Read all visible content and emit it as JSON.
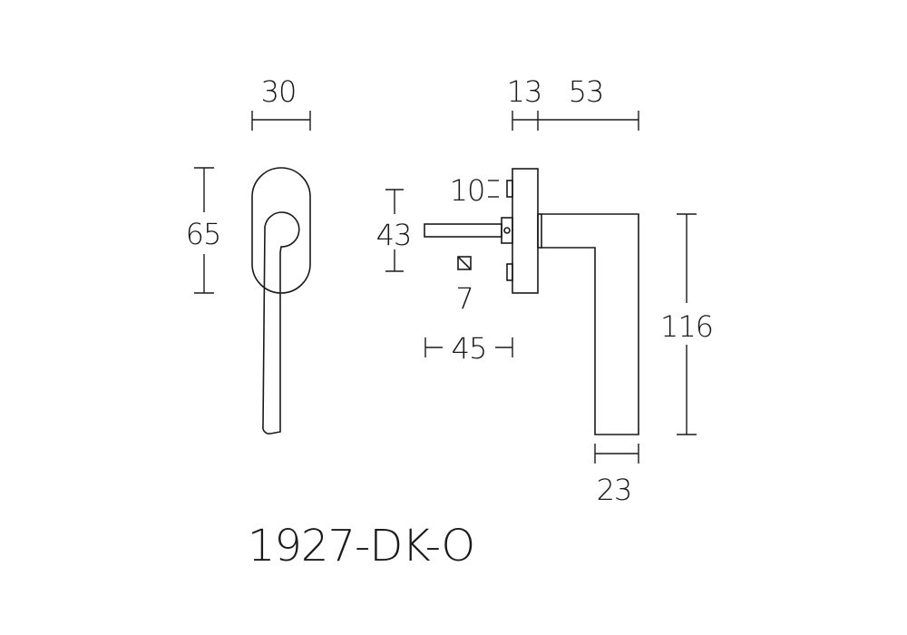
{
  "product_code": "1927-DK-O",
  "dimensions": {
    "rose_width": "30",
    "rose_height": "65",
    "spindle_height": "43",
    "spacer": "10",
    "spindle_square": "7",
    "spindle_length": "45",
    "rose_depth": "13",
    "handle_projection": "53",
    "handle_length": "116",
    "grip_width": "23"
  }
}
